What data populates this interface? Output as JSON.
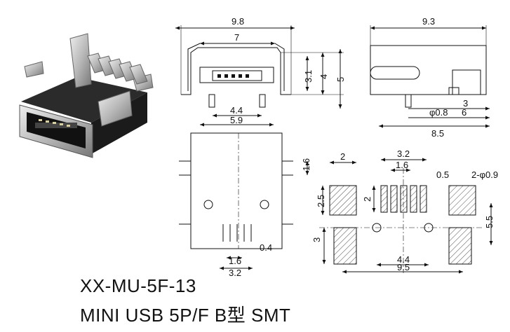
{
  "part_number": "XX-MU-5F-13",
  "description": "MINI  USB 5P/F B型 SMT",
  "dims": {
    "front_width": "9.8",
    "front_inner": "7",
    "front_h1": "3.1",
    "front_h2": "4",
    "front_h3": "5",
    "front_pin_span": "4.4",
    "front_post_span": "5.9",
    "side_length": "9.3",
    "side_post_dia": "φ0.8",
    "side_d3": "3",
    "side_d6": "6",
    "side_d85": "8.5",
    "top_d16": "1.6",
    "top_pitch": "1.6",
    "top_pad_width": "3.2",
    "top_pin_w": "0.4",
    "pcb_pad_w": "2",
    "pcb_pitch_span": "3.2",
    "pcb_pitch": "1.6",
    "pcb_pin_w": "0.5",
    "pcb_holes": "2-φ0.9",
    "pcb_pad_h": "2.5",
    "pcb_pin_len": "2",
    "pcb_rear_h": "3",
    "pcb_vert": "5.5",
    "pcb_hole_span": "4.4",
    "pcb_total": "9.5"
  }
}
